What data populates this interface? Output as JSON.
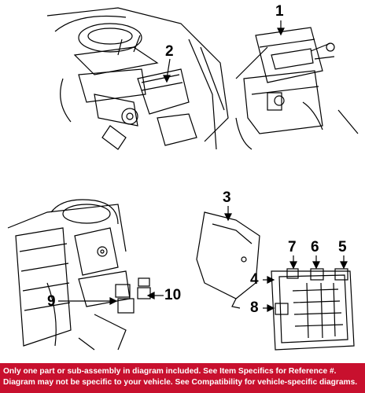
{
  "callouts": {
    "c1": "1",
    "c2": "2",
    "c3": "3",
    "c4": "4",
    "c5": "5",
    "c6": "6",
    "c7": "7",
    "c8": "8",
    "c9": "9",
    "c10": "10"
  },
  "footer": {
    "line1": "Only one part or sub-assembly in diagram included. See Item Specifics for Reference #.",
    "line2": "Diagram may not be specific to your vehicle. See Compatibility for vehicle-specific diagrams."
  },
  "colors": {
    "footer_bg": "#c8102e",
    "footer_text": "#ffffff",
    "line": "#000000"
  }
}
